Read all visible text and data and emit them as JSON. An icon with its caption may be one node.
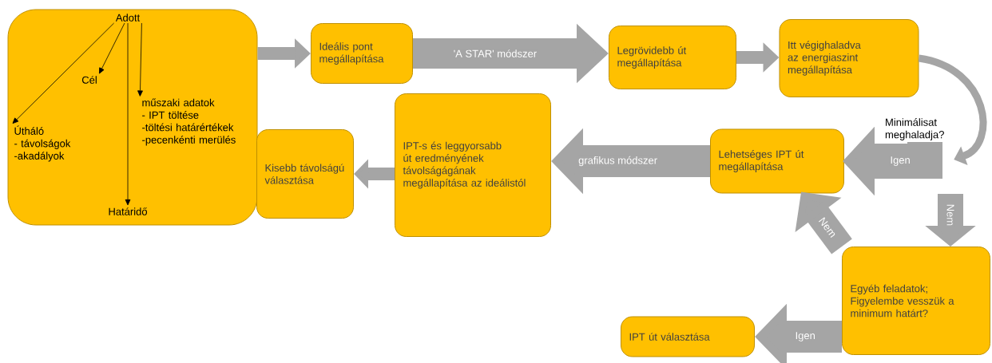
{
  "diagram": {
    "nodes": [
      {
        "text": [],
        "shape": "box"
      },
      {
        "text": [
          "Adott"
        ],
        "in": 0
      },
      {
        "text": [
          "Cél"
        ],
        "in": 0
      },
      {
        "text": [
          "műszaki adatok",
          "- IPT töltése",
          "-töltési határértékek",
          "-pecenkénti merülés"
        ],
        "in": 0
      },
      {
        "text": [
          "Útháló",
          "- távolságok",
          "-akadályok"
        ],
        "in": 0
      },
      {
        "text": [
          "Határidő"
        ],
        "in": 0
      },
      {
        "text": [
          "Ideális pont megállapítása"
        ]
      },
      {
        "text": [
          "Legrövidebb út megállapítása"
        ]
      },
      {
        "text": [
          "Itt végighaladva az energiaszint megállapítása"
        ]
      },
      {
        "text": [
          "Minimálisat meghaladja?"
        ]
      },
      {
        "text": [
          "Lehetséges IPT út megállapítása"
        ]
      },
      {
        "text": [
          "IPT-s és leggyorsabb út eredményének távolságágának megállapítása az ideálistól"
        ]
      },
      {
        "text": [
          "Kisebb távolságú választása"
        ]
      },
      {
        "text": [
          "Egyéb feladatok; Figyelembe vesszük a minimum határt?"
        ]
      },
      {
        "text": [
          "IPT út választása"
        ]
      }
    ],
    "edges": [
      {
        "from": 1,
        "to": 4,
        "arrow": "to",
        "color": "#000000"
      },
      {
        "from": 1,
        "to": 2,
        "arrow": "to",
        "color": "#000000"
      },
      {
        "from": 1,
        "to": 5,
        "arrow": "to",
        "color": "#000000"
      },
      {
        "from": 1,
        "to": 3,
        "arrow": "to",
        "color": "#000000"
      },
      {
        "from": 0,
        "to": 6,
        "arrow": "to"
      },
      {
        "from": 6,
        "to": 7,
        "arrow": "to",
        "label": "'A STAR' módszer",
        "style": "thick"
      },
      {
        "from": 7,
        "to": 8,
        "arrow": "to"
      },
      {
        "from": 8,
        "to": 9,
        "arrow": "to"
      },
      {
        "from": 9,
        "to": 10,
        "arrow": "to",
        "label": "Igen",
        "style": "thick"
      },
      {
        "from": 9,
        "to": 13,
        "arrow": "to",
        "label": "Nem",
        "style": "thick"
      },
      {
        "from": 13,
        "to": 10,
        "arrow": "to",
        "label": "Nem",
        "style": "thick"
      },
      {
        "from": 13,
        "to": 14,
        "arrow": "to",
        "label": "Igen",
        "style": "thick"
      },
      {
        "from": 10,
        "to": 11,
        "arrow": "to",
        "label": "grafikus módszer",
        "style": "thick"
      },
      {
        "from": 11,
        "to": 12,
        "arrow": "to"
      }
    ]
  }
}
